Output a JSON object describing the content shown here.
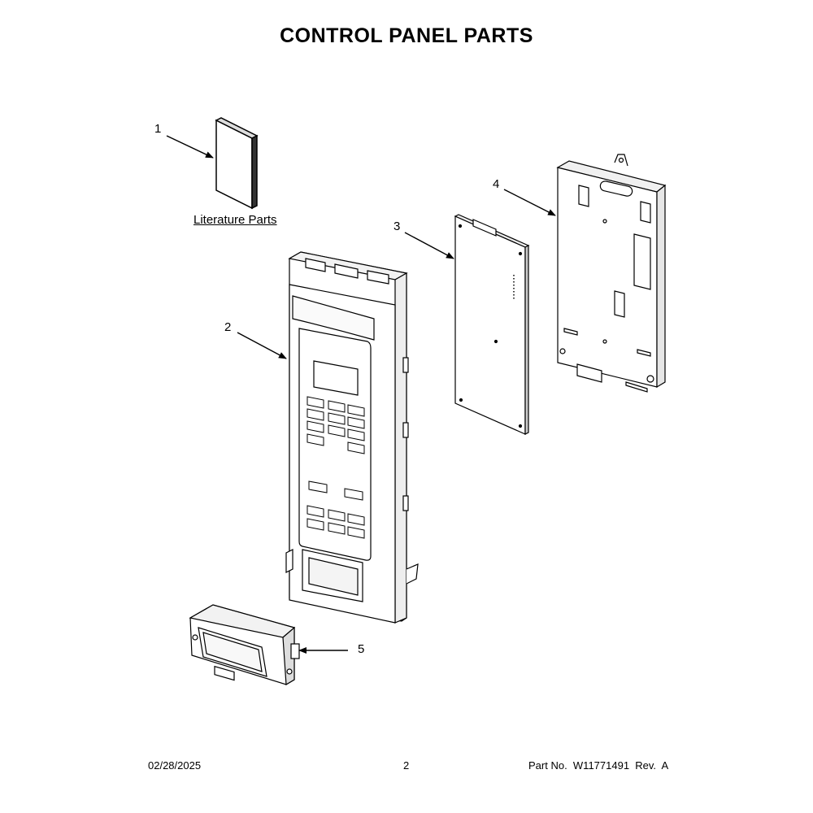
{
  "title": "CONTROL PANEL PARTS",
  "parts": [
    {
      "number": "1",
      "label": "Literature Parts"
    },
    {
      "number": "2"
    },
    {
      "number": "3"
    },
    {
      "number": "4"
    },
    {
      "number": "5"
    }
  ],
  "footer": {
    "date": "02/28/2025",
    "page": "2",
    "part_number": "Part No.  W11771491  Rev.  A"
  }
}
